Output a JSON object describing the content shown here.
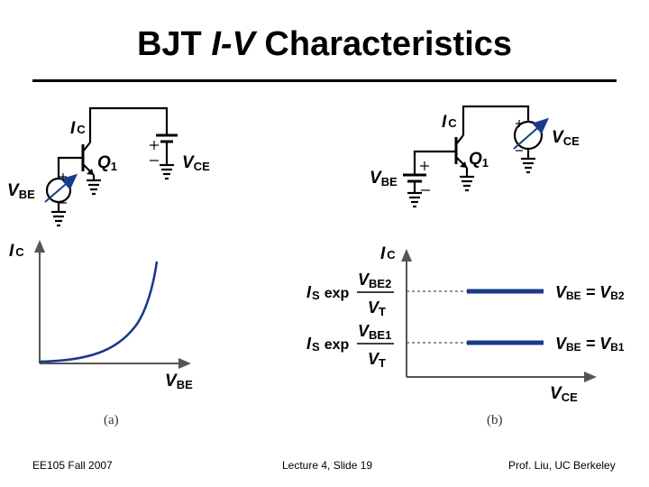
{
  "title": {
    "plain": "BJT ",
    "italic": "I-V",
    "rest": " Characteristics"
  },
  "footer": {
    "left": "EE105 Fall 2007",
    "center": "Lecture 4, Slide 19",
    "right": "Prof. Liu, UC Berkeley"
  },
  "circuit_a": {
    "ic": "I",
    "ic_sub": "C",
    "q": "Q",
    "q_sub": "1",
    "vce": "V",
    "vce_sub": "CE",
    "vbe": "V",
    "vbe_sub": "BE"
  },
  "circuit_b": {
    "ic": "I",
    "ic_sub": "C",
    "q": "Q",
    "q_sub": "1",
    "vce": "V",
    "vce_sub": "CE",
    "vbe": "V",
    "vbe_sub": "BE"
  },
  "plot_a": {
    "ylabel": "I",
    "ylabel_sub": "C",
    "xlabel": "V",
    "xlabel_sub": "BE",
    "caption": "(a)"
  },
  "plot_b": {
    "ylabel": "I",
    "ylabel_sub": "C",
    "xlabel": "V",
    "xlabel_sub": "CE",
    "caption": "(b)",
    "level2": {
      "left_is": "I",
      "left_is_sub": "S",
      "left_exp": "exp",
      "num": "V",
      "num_sub": "BE2",
      "den": "V",
      "den_sub": "T",
      "right": "V",
      "right_sub": "BE",
      "right_eq": "= V",
      "right_eq_sub": "B2"
    },
    "level1": {
      "left_is": "I",
      "left_is_sub": "S",
      "left_exp": "exp",
      "num": "V",
      "num_sub": "BE1",
      "den": "V",
      "den_sub": "T",
      "right": "V",
      "right_sub": "BE",
      "right_eq": "= V",
      "right_eq_sub": "B1"
    }
  },
  "colors": {
    "line": "#000000",
    "curve": "#1a3a8a",
    "ink": "#000000"
  }
}
